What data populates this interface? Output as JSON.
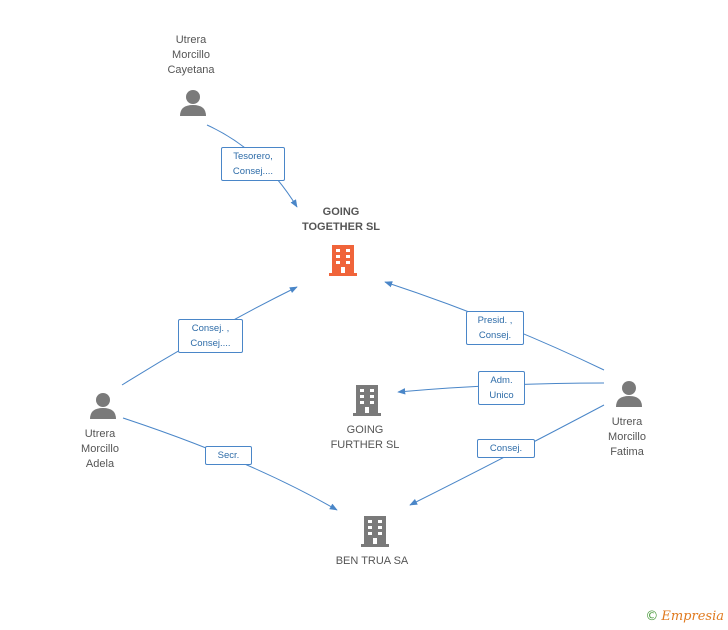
{
  "colors": {
    "edge": "#4a86c8",
    "person_icon": "#7a7a7a",
    "company_icon": "#7a7a7a",
    "focus_company_icon": "#f0643a",
    "brand": "#e07a1f"
  },
  "nodes": {
    "cayetana": {
      "type": "person",
      "lines": [
        "Utrera",
        "Morcillo",
        "Cayetana"
      ]
    },
    "going_together": {
      "type": "company-focus",
      "lines": [
        "GOING",
        "TOGETHER SL"
      ]
    },
    "adela": {
      "type": "person",
      "lines": [
        "Utrera",
        "Morcillo",
        "Adela"
      ]
    },
    "fatima": {
      "type": "person",
      "lines": [
        "Utrera",
        "Morcillo",
        "Fatima"
      ]
    },
    "going_further": {
      "type": "company",
      "lines": [
        "GOING",
        "FURTHER SL"
      ]
    },
    "ben_trua": {
      "type": "company",
      "lines": [
        "BEN TRUA SA"
      ]
    }
  },
  "relations": [
    {
      "from": "cayetana",
      "to": "going_together",
      "lines": [
        "Tesorero,",
        "Consej...."
      ]
    },
    {
      "from": "adela",
      "to": "going_together",
      "lines": [
        "Consej. ,",
        "Consej...."
      ]
    },
    {
      "from": "fatima",
      "to": "going_together",
      "lines": [
        "Presid. ,",
        "Consej."
      ]
    },
    {
      "from": "fatima",
      "to": "going_further",
      "lines": [
        "Adm.",
        "Unico"
      ]
    },
    {
      "from": "fatima",
      "to": "ben_trua",
      "lines": [
        "Consej."
      ]
    },
    {
      "from": "adela",
      "to": "ben_trua",
      "lines": [
        "Secr."
      ]
    }
  ],
  "brand": {
    "copyright": "©",
    "name": "Empresia"
  }
}
